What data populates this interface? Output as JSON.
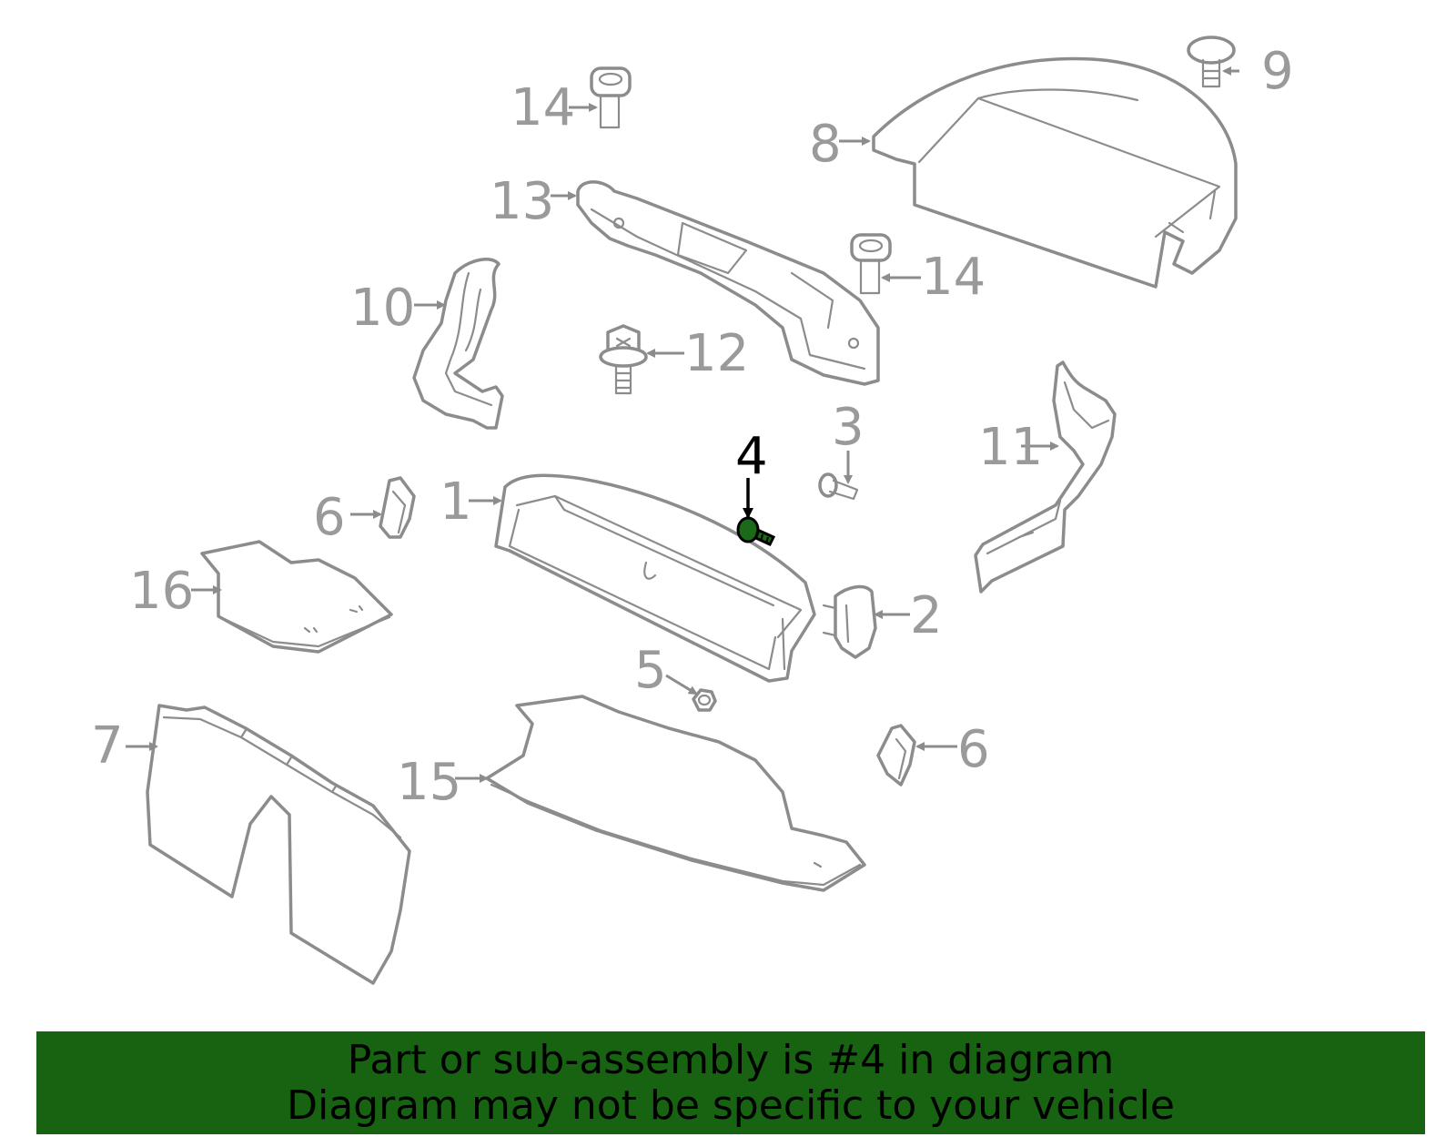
{
  "diagram": {
    "highlighted_part": "4",
    "colors": {
      "part_outline": "#8c8c8c",
      "callout_text": "#9a9a9a",
      "highlight_callout": "#000000",
      "highlight_part_fill": "#1a6a17",
      "banner_background": "#176311",
      "banner_text": "#000000"
    },
    "callouts": {
      "c1": "1",
      "c2": "2",
      "c3": "3",
      "c4": "4",
      "c5": "5",
      "c6a": "6",
      "c6b": "6",
      "c7": "7",
      "c8": "8",
      "c9": "9",
      "c10": "10",
      "c11": "11",
      "c12": "12",
      "c13": "13",
      "c14a": "14",
      "c14b": "14",
      "c15": "15",
      "c16": "16"
    }
  },
  "banner": {
    "line1": "Part or sub-assembly is #4 in diagram",
    "line2": "Diagram may not be specific to your vehicle"
  }
}
